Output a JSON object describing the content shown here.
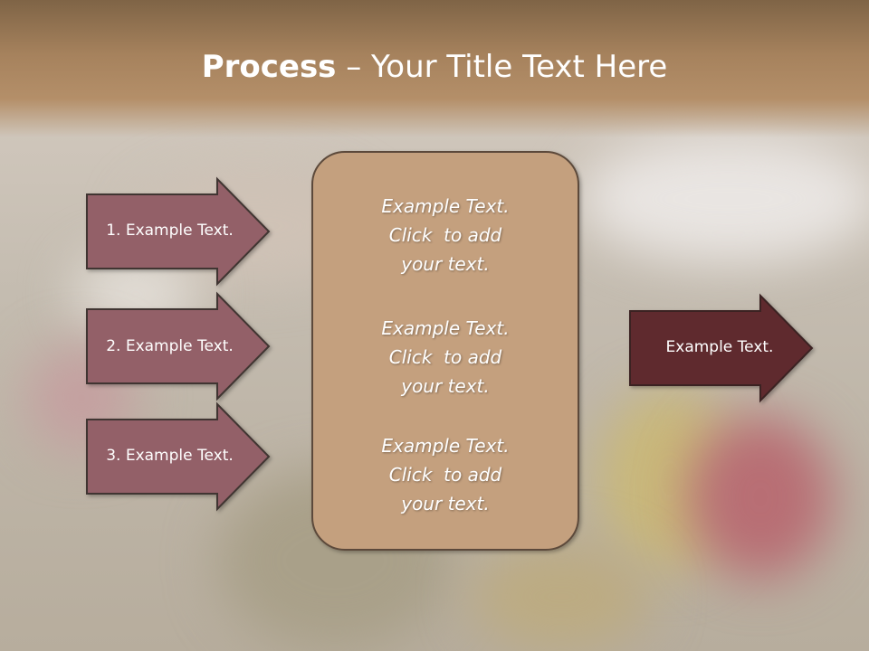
{
  "title": {
    "bold": "Process",
    "rest": " – Your Title Text Here"
  },
  "left_arrows": [
    "1. Example Text.",
    "2. Example Text.",
    "3. Example Text."
  ],
  "center_box": [
    [
      "Example Text.",
      "Click  to add",
      "your text."
    ],
    [
      "Example Text.",
      "Click  to add",
      "your text."
    ],
    [
      "Example Text.",
      "Click  to add",
      "your text."
    ]
  ],
  "right_arrow": "Example Text.",
  "colors": {
    "left_arrow_fill": "#936167",
    "right_arrow_fill": "#5e2b2d",
    "center_box_fill": "#c4a07e",
    "outline": "#3f3530"
  }
}
